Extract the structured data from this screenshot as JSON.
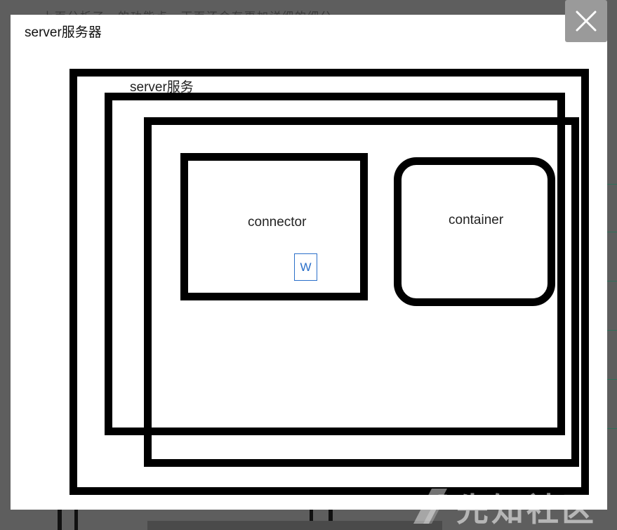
{
  "background": {
    "partial_text": "上面分析了…的功能点，下面还会有更加详细的细分"
  },
  "modal": {
    "close_icon": "close-icon",
    "title": "server服务器",
    "diagram": {
      "service_label": "server服务",
      "connector_label": "connector",
      "container_label": "container",
      "badge_label": "W"
    }
  },
  "watermark": {
    "text": "先知社区"
  },
  "colors": {
    "overlay": "#5e5e5e",
    "modal_bg": "#ffffff",
    "close_bg": "#9a9a9a",
    "badge_blue": "#2a6fc9",
    "stroke": "#000000"
  }
}
